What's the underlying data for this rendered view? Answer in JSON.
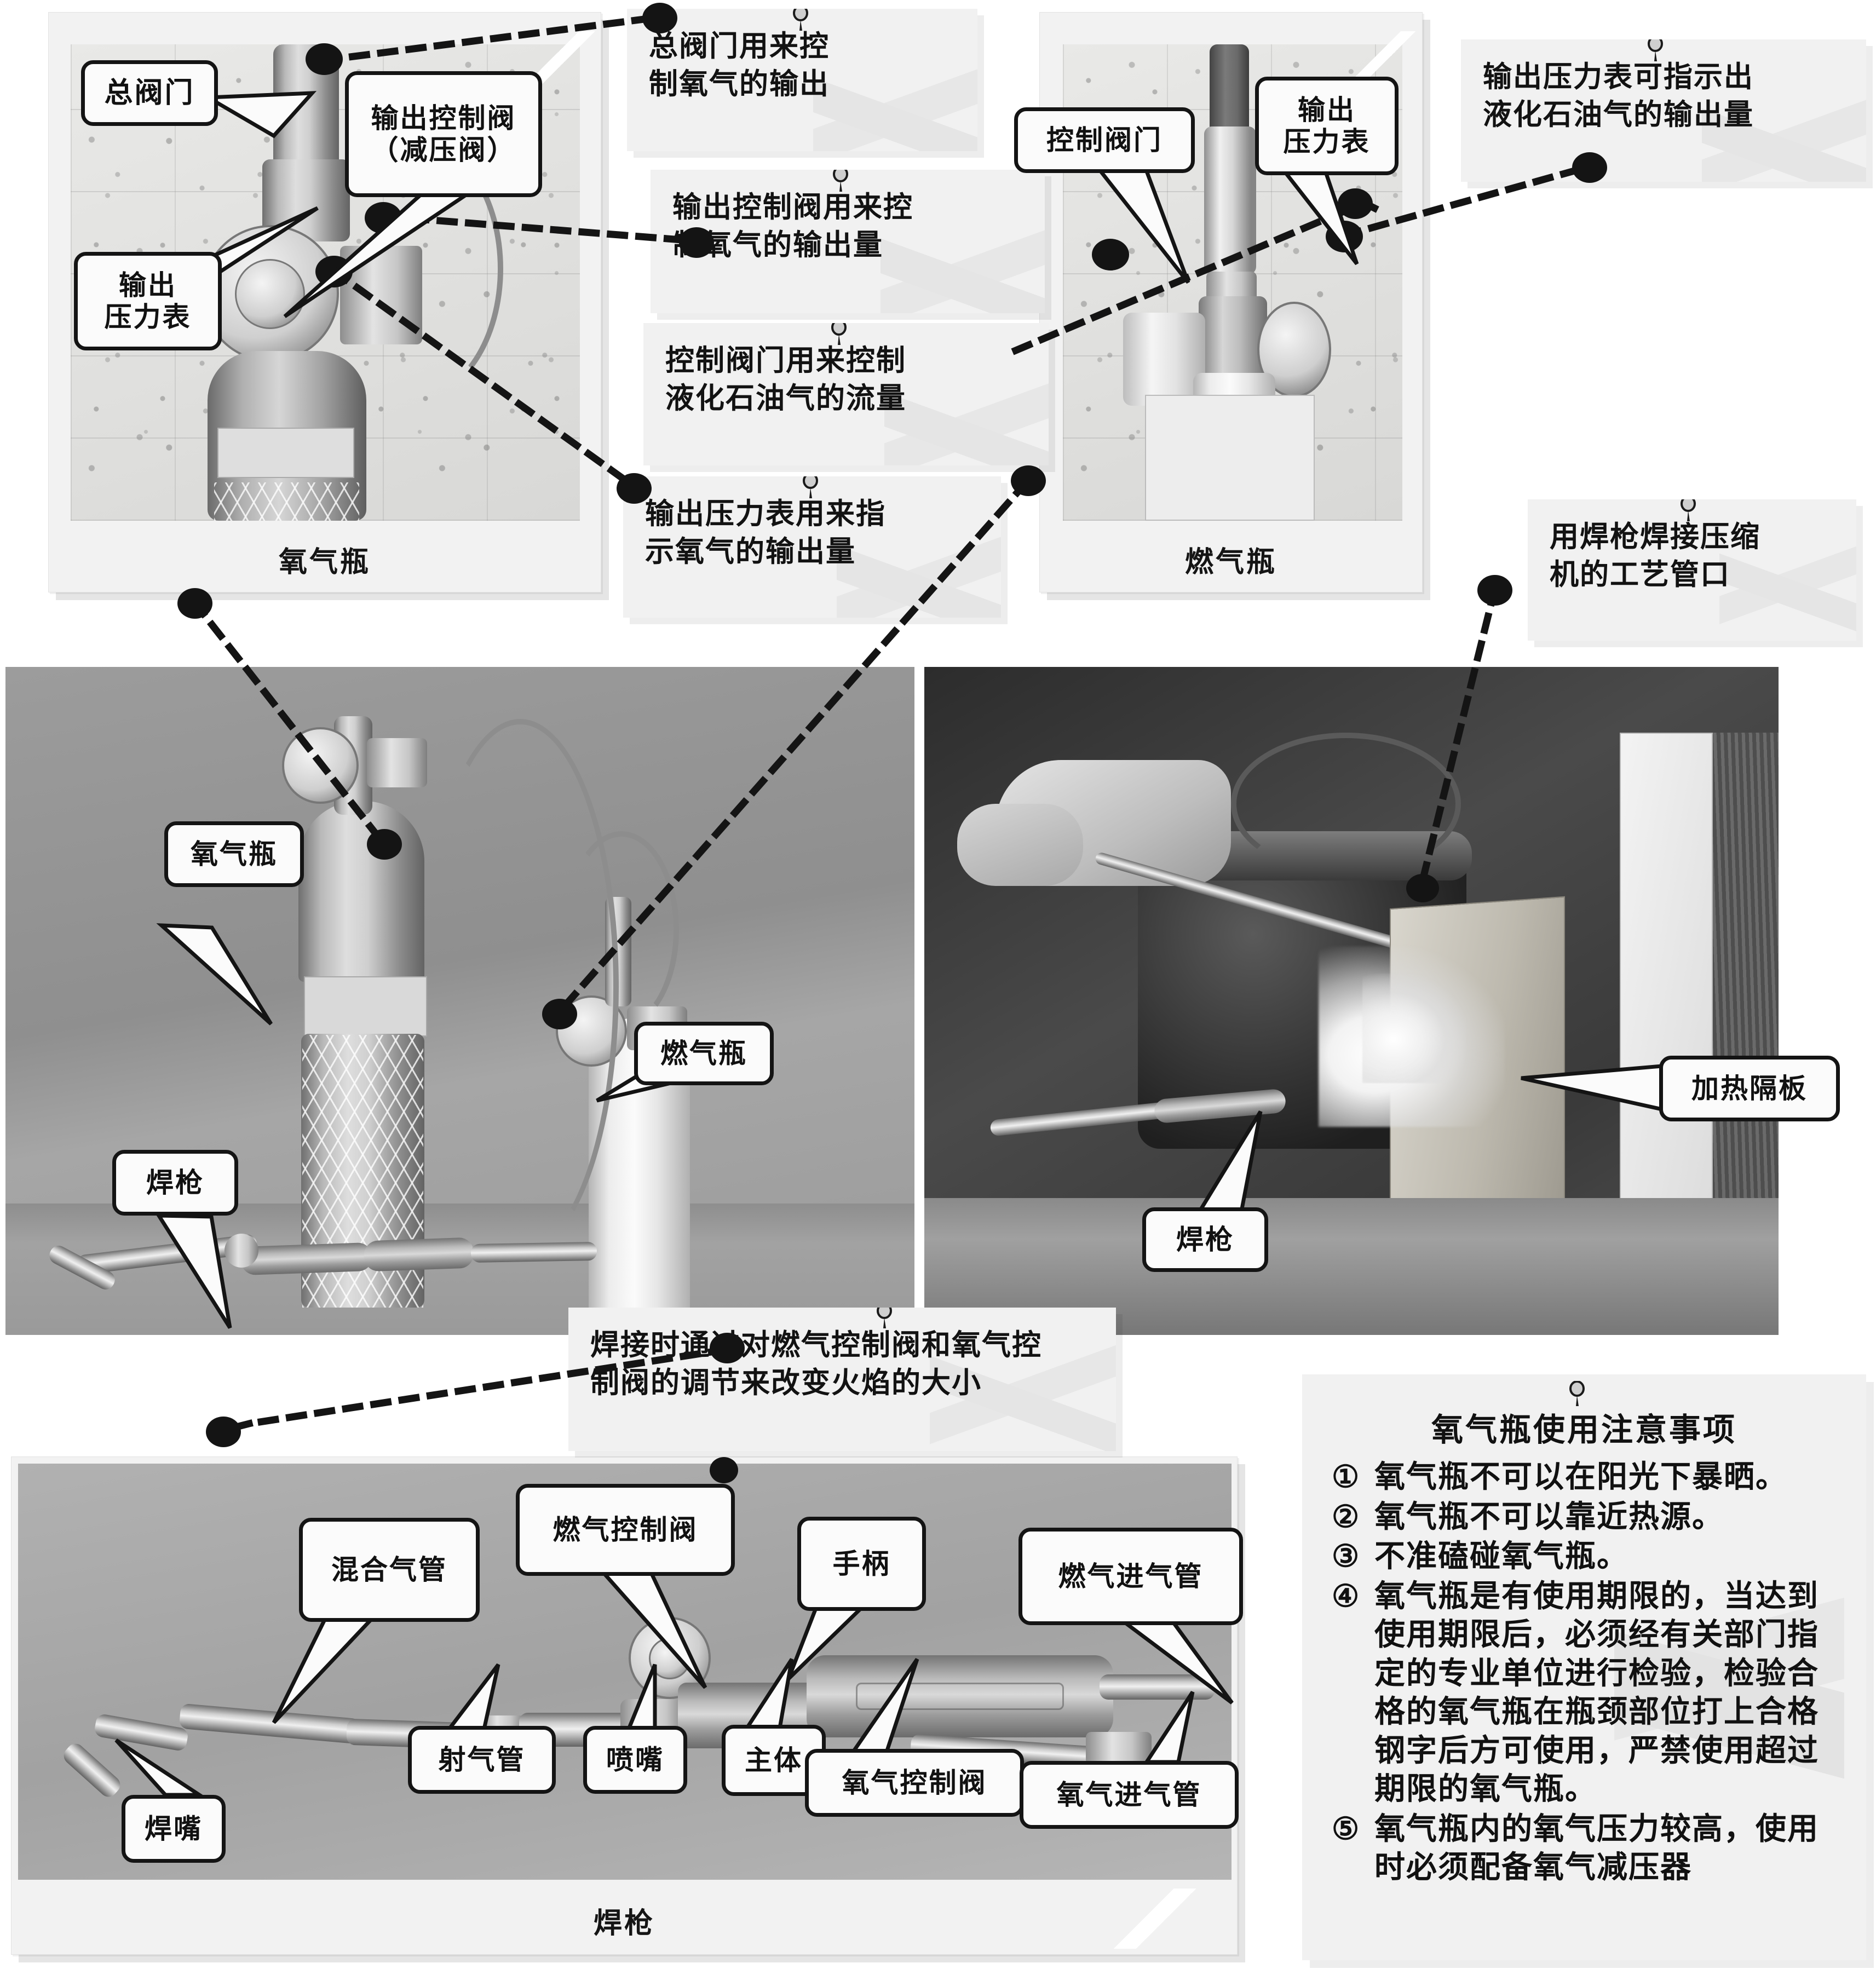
{
  "panels": {
    "oxygen_regulator": {
      "caption": "氧气瓶"
    },
    "fuel_regulator": {
      "caption": "燃气瓶"
    },
    "bottles_scene": {
      "caption": ""
    },
    "welding_scene": {
      "caption": ""
    },
    "torch_detail": {
      "caption": "焊枪"
    }
  },
  "balloons": {
    "main_valve": "总阀门",
    "output_control_valve": "输出控制阀\n（减压阀）",
    "output_gauge_left": "输出\n压力表",
    "control_valve": "控制阀门",
    "output_gauge_right": "输出\n压力表",
    "oxygen_bottle": "氧气瓶",
    "fuel_bottle": "燃气瓶",
    "torch_scene": "焊枪",
    "torch_welding": "焊枪",
    "heat_shield": "加热隔板",
    "mixing_tube": "混合气管",
    "fuel_control_valve": "燃气控制阀",
    "grip": "手柄",
    "fuel_inlet_tube": "燃气进气管",
    "jet_tube": "射气管",
    "nozzle": "喷嘴",
    "main_body": "主体",
    "oxygen_control_valve": "氧气控制阀",
    "oxygen_inlet_tube": "氧气进气管",
    "welding_tip": "焊嘴"
  },
  "notes": {
    "main_valve_desc": "总阀门用来控\n制氧气的输出",
    "output_valve_desc": "输出控制阀用来控\n制氧气的输出量",
    "control_valve_desc": "控制阀门用来控制\n液化石油气的流量",
    "output_gauge_desc": "输出压力表用来指\n示氧气的输出量",
    "fuel_gauge_desc": "输出压力表可指示出\n液化石油气的输出量",
    "compressor_weld_desc": "用焊枪焊接压缩\n机的工艺管口",
    "flame_adjust_desc": "焊接时通过对燃气控制阀和氧气控\n制阀的调节来改变火焰的大小"
  },
  "notice": {
    "title": "氧气瓶使用注意事项",
    "items": [
      {
        "num": "①",
        "text": "氧气瓶不可以在阳光下暴晒。"
      },
      {
        "num": "②",
        "text": "氧气瓶不可以靠近热源。"
      },
      {
        "num": "③",
        "text": "不准磕碰氧气瓶。"
      },
      {
        "num": "④",
        "text": "氧气瓶是有使用期限的，当达到使用期限后，必须经有关部门指定的专业单位进行检验，检验合格的氧气瓶在瓶颈部位打上合格钢字后方可使用，严禁使用超过期限的氧气瓶。"
      },
      {
        "num": "⑤",
        "text": "氧气瓶内的氧气压力较高，使用时必须配备氧气减压器"
      }
    ]
  },
  "colors": {
    "note_bg": "#f1f1f1",
    "balloon_bg": "#fbfbfb",
    "outline": "#141414",
    "photo_frame": "#f2f2f2"
  }
}
